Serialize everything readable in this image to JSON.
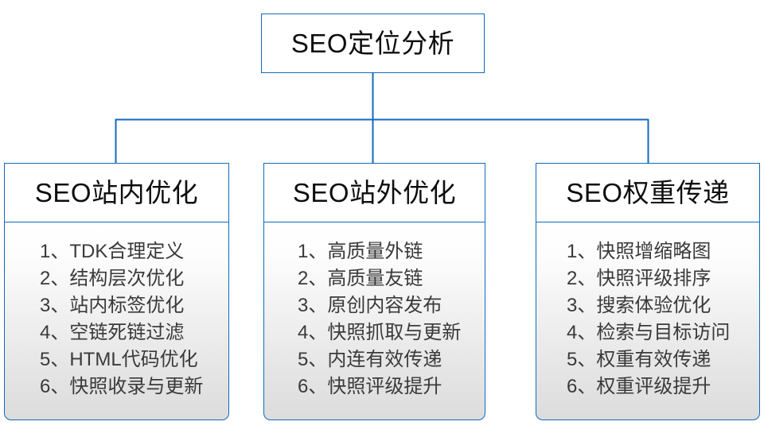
{
  "diagram": {
    "type": "organization-tree",
    "colors": {
      "border": "#1269bd",
      "connector": "#1269bd",
      "header_background": "#ffffff",
      "body_gradient_top": "#ffffff",
      "body_gradient_bottom": "#dcdcdc",
      "title_text": "#0d0d0d",
      "item_text": "#3a3a3a"
    },
    "root": {
      "title": "SEO定位分析"
    },
    "branches": [
      {
        "title": "SEO站内优化",
        "items": [
          "1、TDK合理定义",
          "2、结构层次优化",
          "3、站内标签优化",
          "4、空链死链过滤",
          "5、HTML代码优化",
          "6、快照收录与更新"
        ]
      },
      {
        "title": "SEO站外优化",
        "items": [
          "1、高质量外链",
          "2、高质量友链",
          "3、原创内容发布",
          "4、快照抓取与更新",
          "5、内连有效传递",
          "6、快照评级提升"
        ]
      },
      {
        "title": "SEO权重传递",
        "items": [
          "1、快照增缩略图",
          "2、快照评级排序",
          "3、搜索体验优化",
          "4、检索与目标访问",
          "5、权重有效传递",
          "6、权重评级提升"
        ]
      }
    ]
  }
}
